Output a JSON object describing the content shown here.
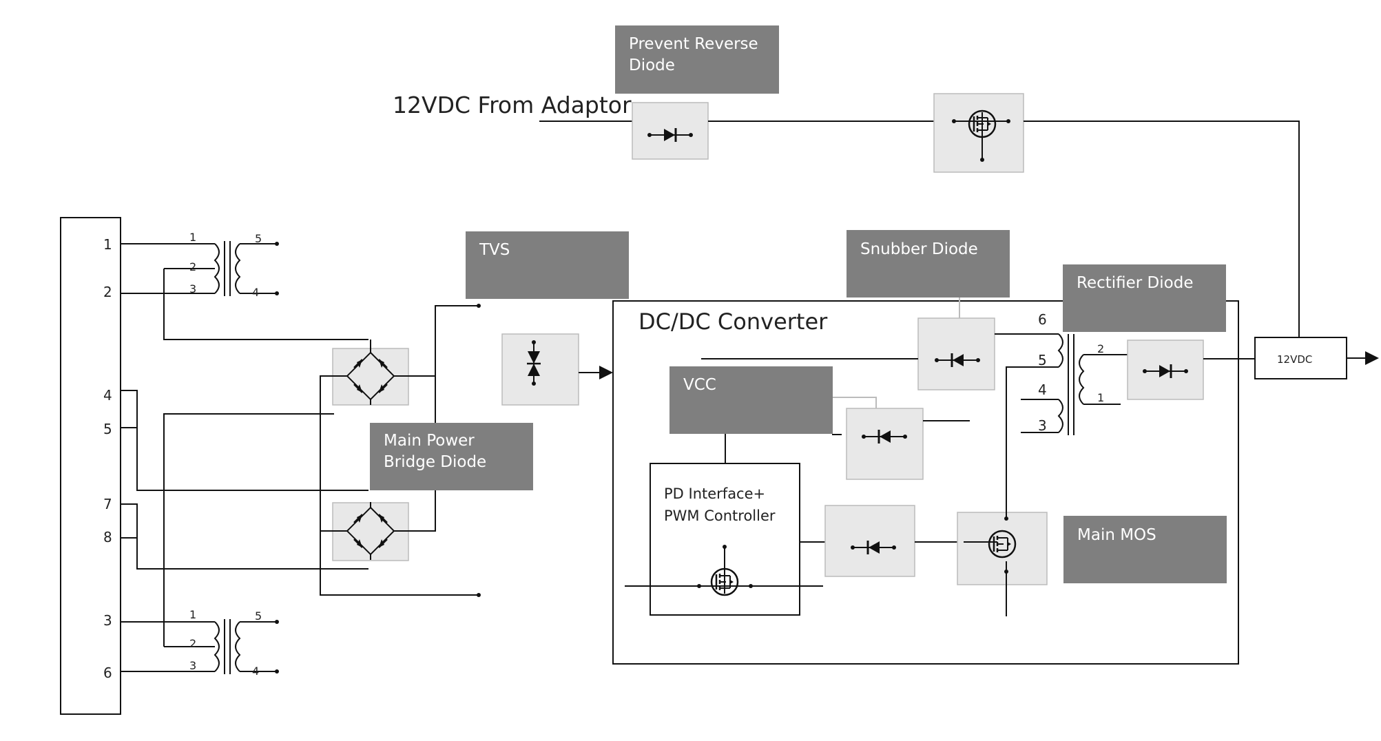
{
  "title": "12VDC From Adaptor",
  "callouts": {
    "prevent_reverse_line1": "Prevent Reverse",
    "prevent_reverse_line2": "Diode",
    "tvs": "TVS",
    "snubber": "Snubber Diode",
    "rectifier": "Rectifier Diode",
    "vcc": "VCC",
    "bridge_line1": "Main Power",
    "bridge_line2": "Bridge Diode",
    "main_mos": "Main MOS"
  },
  "blocks": {
    "dcdc_title": "DC/DC Converter",
    "pd_line1": "PD Interface+",
    "pd_line2": "PWM Controller",
    "output": "12VDC"
  },
  "connector_pins": [
    "1",
    "2",
    "4",
    "5",
    "7",
    "8",
    "3",
    "6"
  ],
  "transformer_pins": {
    "t1": [
      "1",
      "2",
      "3",
      "5",
      "4"
    ],
    "t2": [
      "1",
      "2",
      "3",
      "5",
      "4"
    ]
  },
  "main_transformer_pins": [
    "6",
    "5",
    "4",
    "3",
    "2",
    "1"
  ],
  "colors": {
    "callout": "#7f7f7f",
    "component_fill": "#e8e8e8",
    "line": "#222222"
  },
  "icons": [
    "diode-icon",
    "mosfet-icon",
    "bridge-rectifier-icon",
    "tvs-icon",
    "transformer-icon",
    "arrow-right-icon"
  ]
}
